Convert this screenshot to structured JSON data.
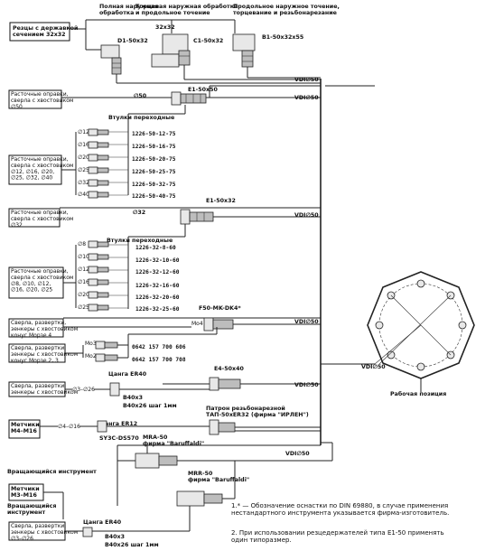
{
  "top_headers": {
    "outer": "Полная наружная\nобработка",
    "face": "Торцевая наружная обработка\nи продольное точение",
    "longitudinal": "Продольное наружное точение,\nторцевание и резьбонарезание"
  },
  "cutters_box": "Резцы с державкой\nсечением 32x32",
  "holders_top": {
    "d1": "D1-50x32",
    "c1": "C1-50x32",
    "b1": "B1-50x32x55",
    "sec": "32x32"
  },
  "vdi50_labels": [
    "VDI∅50",
    "VDI∅50",
    "VDI∅50",
    "VDI∅50",
    "VDI∅50",
    "VDI∅50"
  ],
  "e1_50x50": "E1-50x50",
  "d50": "∅50",
  "bore50_box": "Расточные оправки,\nсверла с хвостовиком\n∅50",
  "bushings_title_1": "Втулки  переходные",
  "diam_group1": [
    "∅12",
    "∅16",
    "∅20",
    "∅25",
    "∅32",
    "∅40"
  ],
  "codes_group1": [
    "1226-50-12-75",
    "1226-50-16-75",
    "1226-50-20-75",
    "1226-50-25-75",
    "1226-50-32-75",
    "1226-50-40-75"
  ],
  "bore_group1_box": "Расточные оправки,\nсверла с хвостовиком\n∅12, ∅16, ∅20,\n∅25, ∅32, ∅40",
  "e1_50x32": "E1-50x32",
  "d32": "∅32",
  "bore32_box": "Расточные оправки,\nсверла с хвостовиком\n∅32",
  "bushings_title_2": "Втулки  переходные",
  "diam_group2": [
    "∅8",
    "∅10",
    "∅12",
    "∅16",
    "∅20",
    "∅25"
  ],
  "codes_group2": [
    "1226-32-8-60",
    "1226-32-10-60",
    "1226-32-12-60",
    "1226-32-16-60",
    "1226-32-20-60",
    "1226-32-25-60"
  ],
  "bore_group2_box": "Расточные оправки,\nсверла с хвостовиком\n∅8, ∅10, ∅12,\n∅16, ∅20, ∅25",
  "f50": "F50-MK-DK4*",
  "mo4": "Mo4",
  "morse4_box": "Сверла, развертки,\nзенкеры с хвостовиком\nконус Морзе 4",
  "mo3": "Mo3",
  "mo2": "Mo2",
  "morse_codes": [
    "0642 157 700 606",
    "0642 157 700 708"
  ],
  "morse23_box": "Сверла, развертки,\nзенкеры с хвостовиком\nконус Морзе 2, 3",
  "collet_er40": "Цанга ER40",
  "e4": "E4-50x40",
  "drills_box1": "Сверла, развертки,\nзенкеры с хвостовиком",
  "range_3_26": "∅3–∅26",
  "b40x3": "B40x3",
  "b40_step": "B40x26 шаг 1мм",
  "tap_chuck": "Патрон резьбонарезной\nТАП-50хER32 (фирма \"ИРЛЕН\")",
  "collet_er12": "Цанга ER12",
  "range_4_16": "∅4–∅16",
  "taps_box1": "Метчики\nM4–M16",
  "sy3c": "SY3C-DS570",
  "mra50": "MRA-50\nфирма \"Baruffaldi\"",
  "rotating_title": "Вращающийся инструмент",
  "taps_box2": "Метчики\nM3–M16",
  "rotating_sub": "Вращающийся\nинструмент",
  "mrr50": "MRR-50\nфирма \"Baruffaldi\"",
  "drills_box2": "Сверла, развертки,\nзенкеры с хвостовиком\n∅3–∅26",
  "collet_er40_2": "Цанга ER40",
  "b40x3_2": "B40x3",
  "b40_step_2": "B40x26 шаг 1мм",
  "turret_vdi": "VDI∅50",
  "work_position": "Рабочая позиция",
  "note1": "1.* — Обозначение оснастки по DIN 69880, в случае применения\nнестандартного инструмента указывается фирма-изготовитель.",
  "note2": "2. При использовании резцедержателей типа E1-50 применять\nодин типоразмер."
}
